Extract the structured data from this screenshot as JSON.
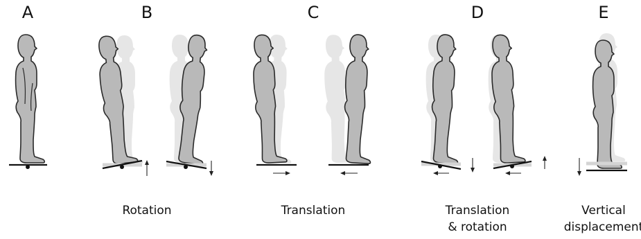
{
  "panels": [
    {
      "label": "A",
      "caption": []
    },
    {
      "label": "B",
      "caption": [
        "Rotation"
      ]
    },
    {
      "label": "C",
      "caption": [
        "Translation"
      ]
    },
    {
      "label": "D",
      "caption": [
        "Translation",
        "& rotation"
      ]
    },
    {
      "label": "E",
      "caption": [
        "Vertical",
        "displacement"
      ]
    }
  ]
}
